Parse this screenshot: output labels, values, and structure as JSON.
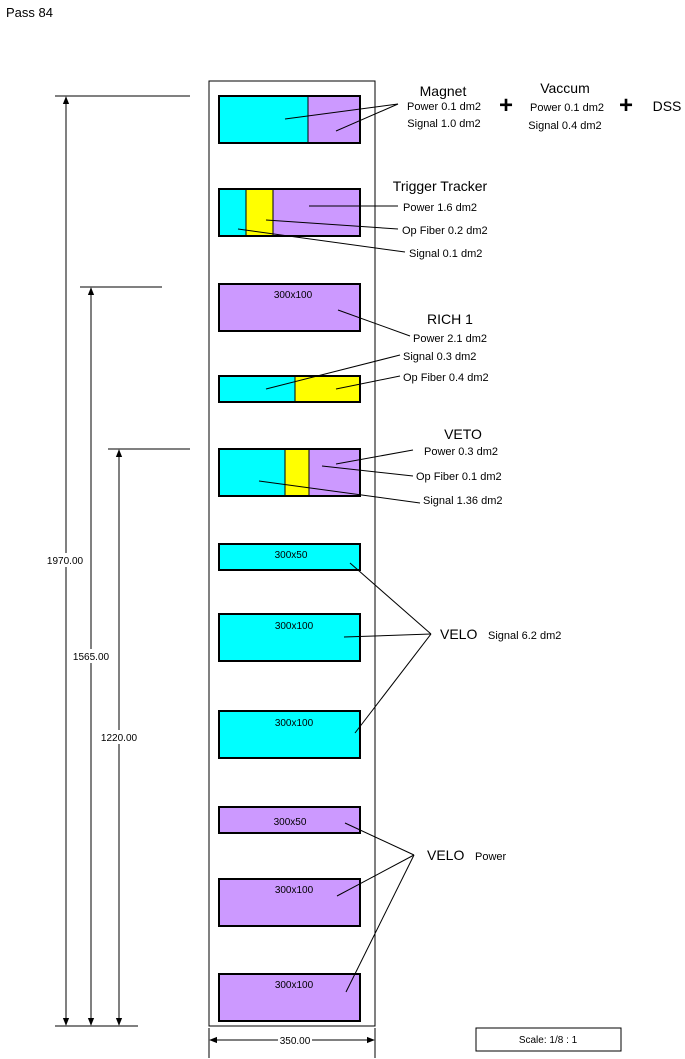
{
  "page_title": "Pass 84",
  "colors": {
    "power": "#cc99ff",
    "signal": "#00ffff",
    "op_fiber": "#ffff00",
    "line": "#000000"
  },
  "top_groups": {
    "magnet": {
      "title": "Magnet",
      "power": "Power 0.1 dm2",
      "signal": "Signal 1.0 dm2"
    },
    "plus_1": "+",
    "vaccum": {
      "title": "Vaccum",
      "power": "Power 0.1 dm2",
      "signal": "Signal 0.4 dm2"
    },
    "plus_2": "+",
    "dss": "DSS"
  },
  "trigger_tracker": {
    "title": "Trigger Tracker",
    "power": "Power 1.6 dm2",
    "op_fiber": "Op Fiber 0.2 dm2",
    "signal": "Signal 0.1 dm2"
  },
  "rich1": {
    "title": "RICH 1",
    "power": "Power 2.1 dm2",
    "signal": "Signal 0.3 dm2",
    "op_fiber": "Op Fiber 0.4 dm2",
    "box_label": "300x100"
  },
  "veto": {
    "title": "VETO",
    "power": "Power 0.3 dm2",
    "op_fiber": "Op Fiber 0.1 dm2",
    "signal": "Signal 1.36 dm2"
  },
  "velo_signal": {
    "title": "VELO",
    "subtitle": "Signal 6.2 dm2",
    "boxes": [
      "300x50",
      "300x100",
      "300x100"
    ]
  },
  "velo_power": {
    "title": "VELO",
    "subtitle": "Power",
    "boxes": [
      "300x50",
      "300x100",
      "300x100"
    ]
  },
  "dimensions": {
    "height_1": "1970.00",
    "height_2": "1565.00",
    "height_3": "1220.00",
    "width": "350.00"
  },
  "scale": "Scale: 1/8 : 1"
}
